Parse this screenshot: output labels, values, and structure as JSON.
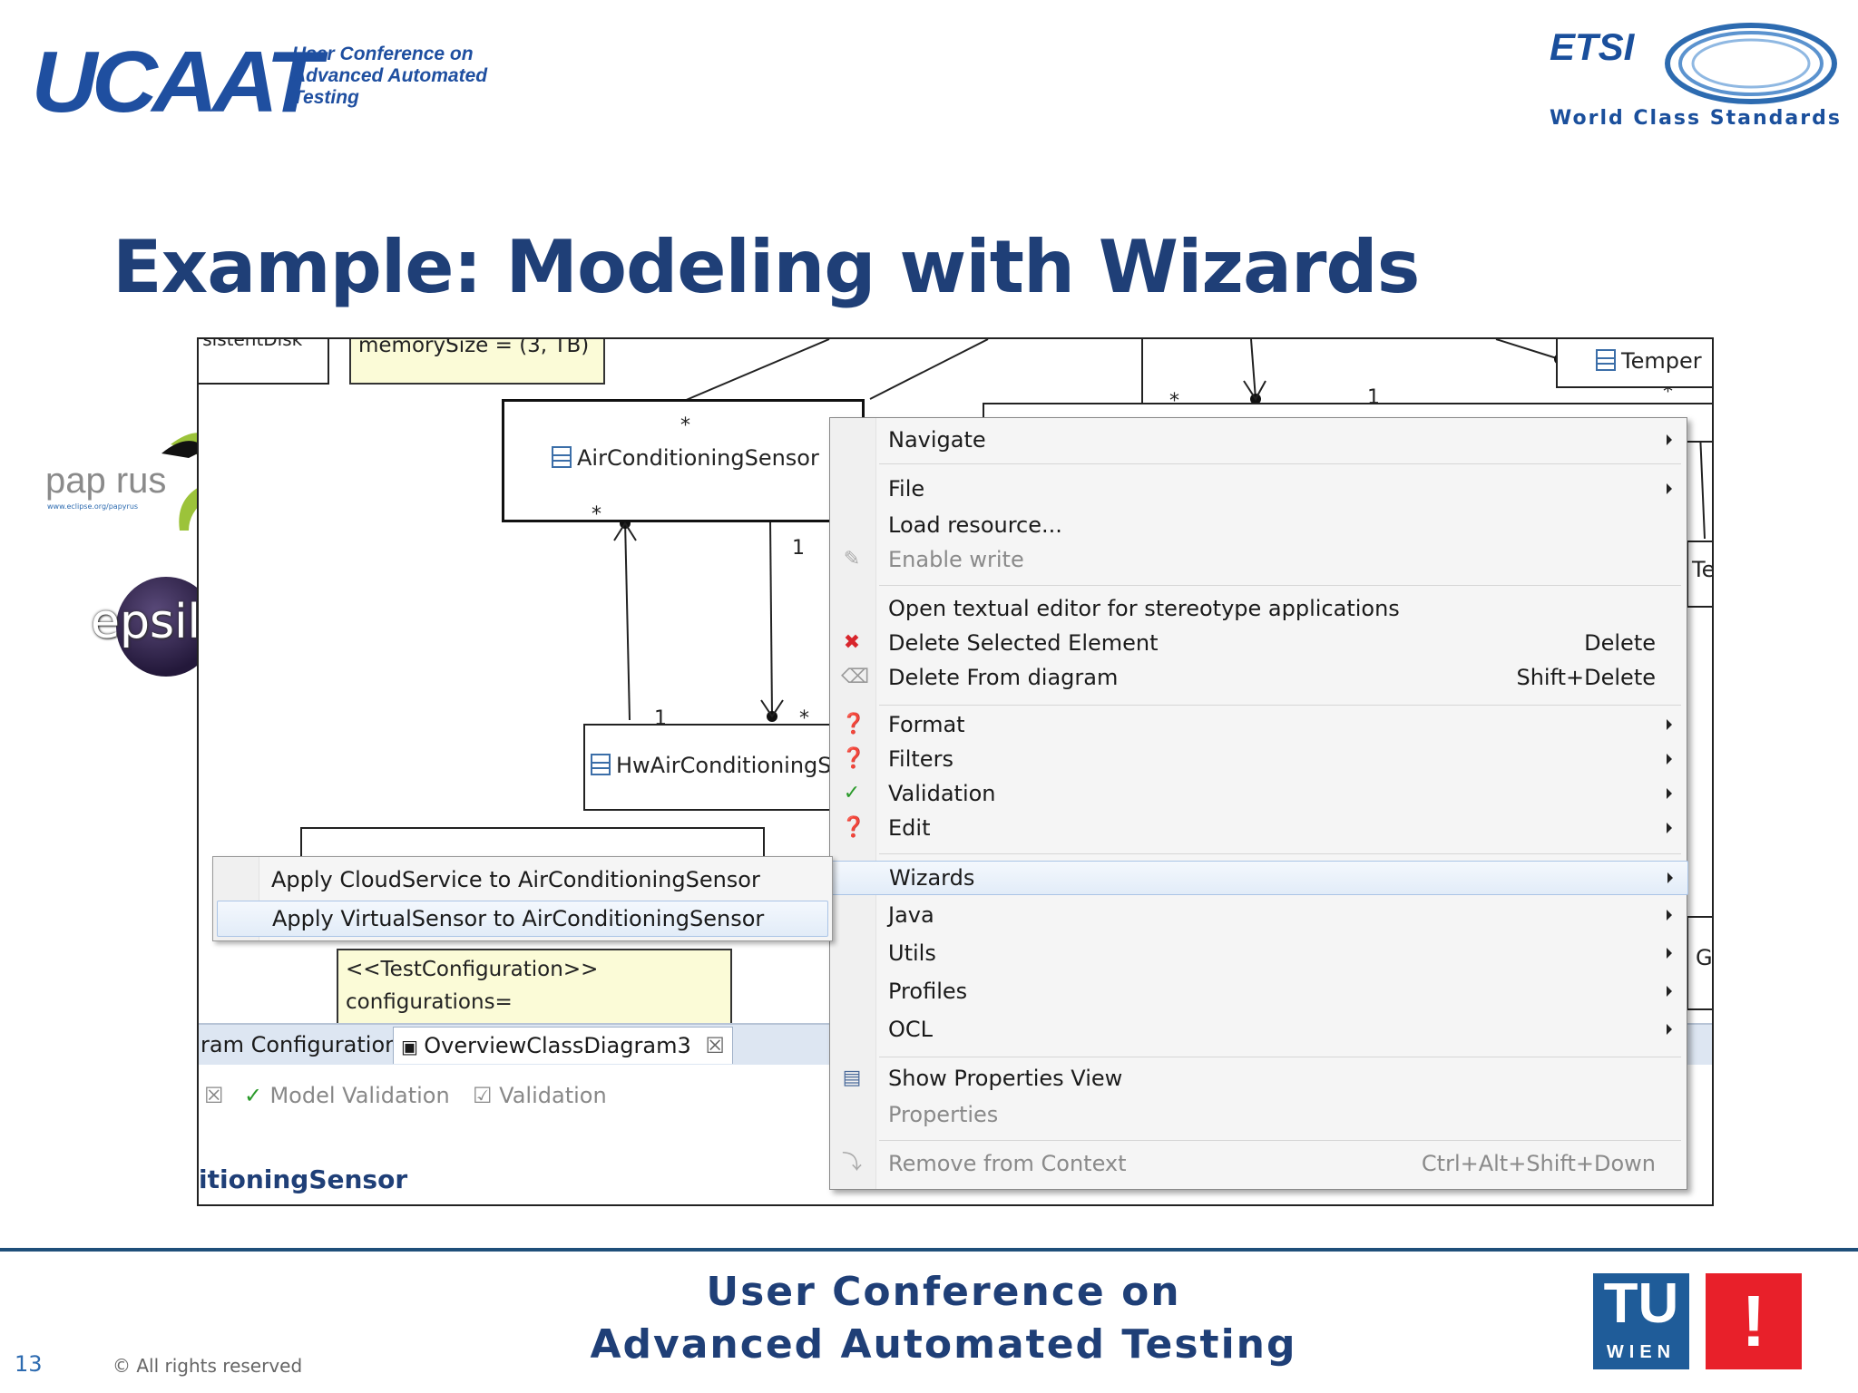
{
  "header": {
    "ucaat_logo_text": "UCAAT",
    "ucaat_logo_sub_line1": "User Conference on",
    "ucaat_logo_sub_line2": "Advanced Automated Testing",
    "etsi_logo_text": "ETSI",
    "etsi_tagline": "World Class Standards"
  },
  "slide": {
    "title": "Example: Modeling with Wizards"
  },
  "side_logos": {
    "papyrus_text": "pap rus",
    "papyrus_url": "www.eclipse.org/papyrus",
    "epsilon_text": "epsilon"
  },
  "diagram": {
    "partial_class_top_left": "rsistentDisk",
    "note_memory": "memorySize = (3, TB)",
    "class_air": "AirConditioningSensor",
    "class_hw": "HwAirConditioningS",
    "class_temp": "Temper",
    "partial_te": "Te",
    "partial_g": "G",
    "mult_star": "*",
    "mult_one": "1",
    "note_test_line1": "<<TestConfiguration>>",
    "note_test_line2": "configurations="
  },
  "context_menu": {
    "items": [
      {
        "label": "Navigate",
        "shortcut": "",
        "submenu": true,
        "enabled": true,
        "icon": ""
      },
      {
        "label": "File",
        "shortcut": "",
        "submenu": true,
        "enabled": true,
        "icon": ""
      },
      {
        "label": "Load resource...",
        "shortcut": "",
        "submenu": false,
        "enabled": true,
        "icon": ""
      },
      {
        "label": "Enable write",
        "shortcut": "",
        "submenu": false,
        "enabled": false,
        "icon": "pencil-icon"
      },
      {
        "label": "Open textual editor for stereotype applications",
        "shortcut": "",
        "submenu": false,
        "enabled": true,
        "icon": ""
      },
      {
        "label": "Delete Selected Element",
        "shortcut": "Delete",
        "submenu": false,
        "enabled": true,
        "icon": "red-x-icon"
      },
      {
        "label": "Delete From diagram",
        "shortcut": "Shift+Delete",
        "submenu": false,
        "enabled": true,
        "icon": "eraser-icon"
      },
      {
        "label": "Format",
        "shortcut": "",
        "submenu": true,
        "enabled": true,
        "icon": "papyrus-icon"
      },
      {
        "label": "Filters",
        "shortcut": "",
        "submenu": true,
        "enabled": true,
        "icon": "papyrus-icon"
      },
      {
        "label": "Validation",
        "shortcut": "",
        "submenu": true,
        "enabled": true,
        "icon": "checkmark-icon"
      },
      {
        "label": "Edit",
        "shortcut": "",
        "submenu": true,
        "enabled": true,
        "icon": "papyrus-icon"
      },
      {
        "label": "Wizards",
        "shortcut": "",
        "submenu": true,
        "enabled": true,
        "icon": "",
        "highlighted": true
      },
      {
        "label": "Java",
        "shortcut": "",
        "submenu": true,
        "enabled": true,
        "icon": ""
      },
      {
        "label": "Utils",
        "shortcut": "",
        "submenu": true,
        "enabled": true,
        "icon": ""
      },
      {
        "label": "Profiles",
        "shortcut": "",
        "submenu": true,
        "enabled": true,
        "icon": ""
      },
      {
        "label": "OCL",
        "shortcut": "",
        "submenu": true,
        "enabled": true,
        "icon": ""
      },
      {
        "label": "Show Properties View",
        "shortcut": "",
        "submenu": false,
        "enabled": true,
        "icon": "properties-icon"
      },
      {
        "label": "Properties",
        "shortcut": "",
        "submenu": false,
        "enabled": false,
        "icon": ""
      },
      {
        "label": "Remove from Context",
        "shortcut": "Ctrl+Alt+Shift+Down",
        "submenu": false,
        "enabled": false,
        "icon": "remove-context-icon"
      }
    ]
  },
  "wizards_submenu": {
    "items": [
      {
        "label": "Apply CloudService to AirConditioningSensor"
      },
      {
        "label": "Apply VirtualSensor to AirConditioningSensor"
      }
    ]
  },
  "editor": {
    "tab_config": "ram Configuration",
    "tab_overview": "OverviewClassDiagram3",
    "view_model_validation": "Model Validation",
    "view_validation": "Validation",
    "properties_label": "itioningSensor"
  },
  "footer": {
    "conference_line1": "User Conference on",
    "conference_line2": "Advanced Automated Testing",
    "page_number": "13",
    "copyright": "© All rights reserved",
    "tu_text": "TU",
    "tu_sub": "WIEN",
    "excl_text": "!"
  },
  "colors": {
    "title": "#1f3f77",
    "ucaat_blue": "#1f4fa0",
    "menu_highlight": "#e2ecf8",
    "tu_blue": "#1f5c99",
    "excl_red": "#e8202a"
  }
}
